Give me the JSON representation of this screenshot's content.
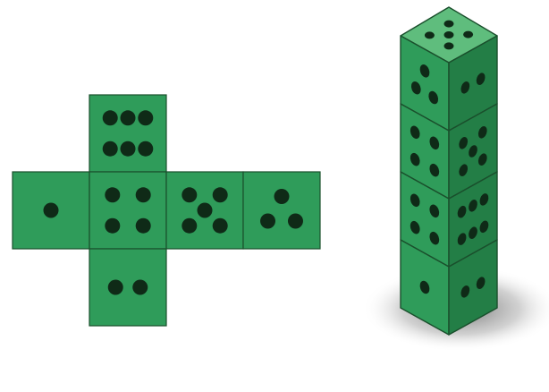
{
  "colors": {
    "face": "#2f9c5a",
    "face_light": "#5fbd7d",
    "face_dark": "#237e46",
    "edge": "#1a4f2c",
    "pip": "#0f2a17",
    "shadow": "#7a7a7a"
  },
  "net": {
    "faces": [
      {
        "name": "top",
        "pips": 6
      },
      {
        "name": "left",
        "pips": 1
      },
      {
        "name": "center",
        "pips": 4
      },
      {
        "name": "right",
        "pips": 5
      },
      {
        "name": "far-right",
        "pips": 3
      },
      {
        "name": "bottom",
        "pips": 2
      }
    ]
  },
  "tower": {
    "top_face_pips": 5,
    "cubes": [
      {
        "front_pips": 3,
        "side_pips": 2
      },
      {
        "front_pips": 4,
        "side_pips": 5
      },
      {
        "front_pips": 4,
        "side_pips": 6
      },
      {
        "front_pips": 1,
        "side_pips": 2
      }
    ]
  }
}
